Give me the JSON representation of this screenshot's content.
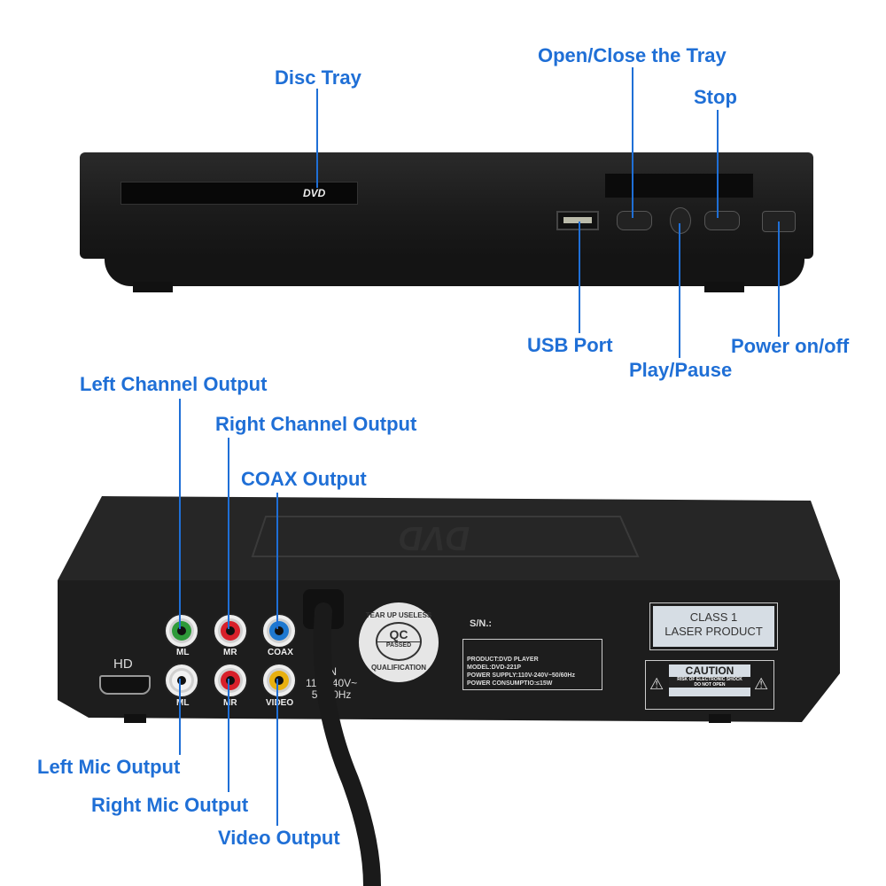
{
  "callouts": {
    "disc_tray": "Disc Tray",
    "open_close": "Open/Close the Tray",
    "stop": "Stop",
    "usb_port": "USB Port",
    "play_pause": "Play/Pause",
    "power": "Power on/off",
    "left_channel": "Left Channel Output",
    "right_channel": "Right Channel Output",
    "coax": "COAX Output",
    "left_mic": "Left Mic Output",
    "right_mic": "Right Mic Output",
    "video": "Video Output"
  },
  "front": {
    "logo": "DVD"
  },
  "back": {
    "top_logo": "DVD",
    "hd": "HD",
    "jacks": [
      "ML",
      "MR",
      "COAX",
      "ML",
      "MR",
      "VIDEO"
    ],
    "power_in": [
      "IN",
      "110-240V~",
      "50/60Hz"
    ],
    "qc_top": "TEAR UP USELESS",
    "qc_center": "QC",
    "qc_passed": "PASSED",
    "qc_bottom": "QUALIFICATION",
    "sn": "S/N.:",
    "spec": [
      "PRODUCT:DVD PLAYER",
      "MODEL:DVD-221P",
      "POWER SUPPLY:110V-240V~50/60Hz",
      "POWER CONSUMPTIO:≤15W"
    ],
    "class_label": [
      "CLASS 1",
      "LASER PRODUCT"
    ],
    "caution": "CAUTION",
    "caution_sub": [
      "RISK OF ELECTRONIC SHOCK",
      "DO NOT OPEN"
    ]
  },
  "colors": {
    "callout": "#1f6fd6",
    "body": "#1c1c1c"
  }
}
